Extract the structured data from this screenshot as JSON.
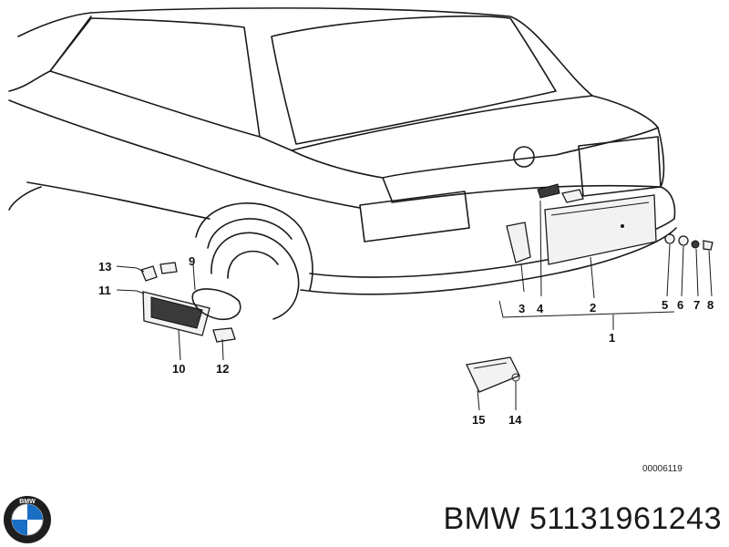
{
  "diagram": {
    "callouts": [
      "1",
      "2",
      "3",
      "4",
      "5",
      "6",
      "7",
      "8",
      "9",
      "10",
      "11",
      "12",
      "13",
      "14",
      "15"
    ],
    "drawing_code": "00006119"
  },
  "brand": {
    "logo_text": "BMW",
    "label": "BMW 51131961243"
  }
}
